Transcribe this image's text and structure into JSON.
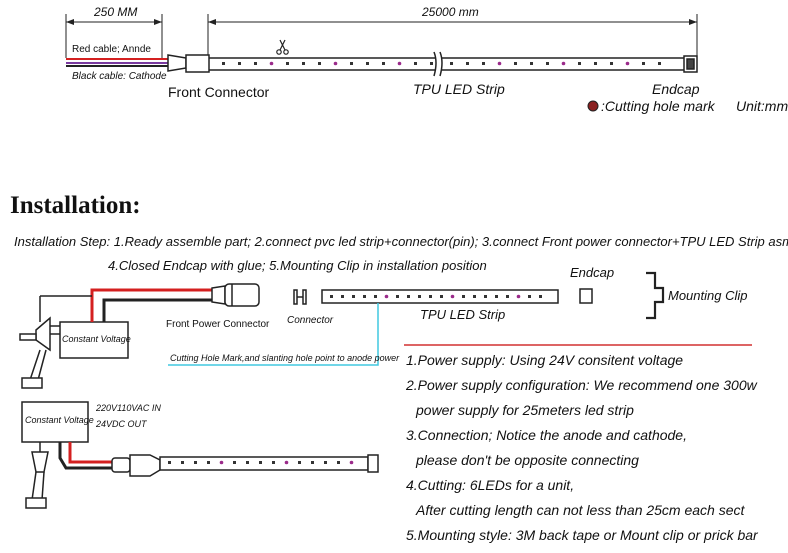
{
  "top": {
    "dim_cable": "250 MM",
    "dim_strip": "25000 mm",
    "red_cable_label": "Red cable; Annde",
    "black_cable_label": "Black cable: Cathode",
    "front_connector_label": "Front Connector",
    "strip_label": "TPU LED Strip",
    "endcap_label": "Endcap",
    "cutting_mark_label": ":Cutting hole mark",
    "unit_label": "Unit:mm"
  },
  "installation": {
    "heading": "Installation:",
    "steps_line1": "Installation Step: 1.Ready assemble part;  2.connect pvc led strip+connector(pin); 3.connect Front  power connector+TPU LED Strip asm;",
    "steps_line2": "4.Closed Endcap with glue; 5.Mounting Clip in installation position",
    "endcap_label": "Endcap",
    "mounting_clip_label": "Mounting Clip",
    "constant_voltage_1": "Constant Voltage",
    "front_power_connector_label": "Front Power Connector",
    "connector_label": "Connector",
    "strip_label": "TPU LED Strip",
    "cutting_hole_note": "Cutting Hole Mark,and slanting hole point to anode power",
    "constant_voltage_2": "Constant Voltage",
    "input_label": "220V110VAC IN",
    "output_label": "24VDC OUT"
  },
  "notes": [
    "1.Power supply: Using 24V consitent voltage",
    "2.Power supply configuration:  We recommend one 300w",
    "power supply for 25meters led strip",
    "3.Connection; Notice the anode and cathode,",
    "please don't be opposite connecting",
    "4.Cutting: 6LEDs for a unit,",
    "After cutting length can not less than 25cm each sect",
    "5.Mounting style: 3M back tape or Mount clip or  prick bar"
  ],
  "colors": {
    "red_wire": "#d42020",
    "red_rule": "#d23030",
    "cyan_line": "#40c8e0",
    "led_dot": "#333333",
    "mark_dot": "#9a2a8a"
  }
}
